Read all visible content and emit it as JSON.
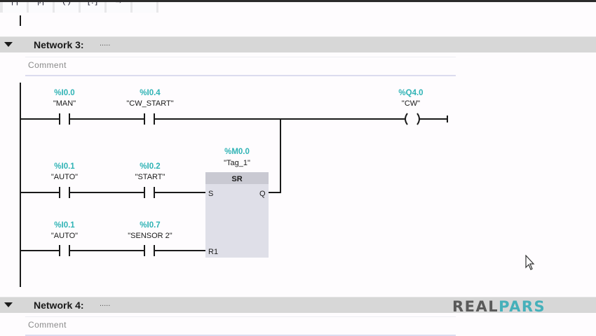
{
  "toolbar": {
    "buttons": [
      {
        "icon": "normally-open-contact-icon",
        "glyph": "-| |-"
      },
      {
        "icon": "normally-closed-contact-icon",
        "glyph": "-|/|-"
      },
      {
        "icon": "coil-icon",
        "glyph": "-( )-"
      },
      {
        "icon": "empty-box-icon",
        "glyph": "[?]"
      },
      {
        "icon": "open-branch-icon",
        "glyph": "→"
      },
      {
        "icon": "close-branch-icon",
        "glyph": "—"
      }
    ]
  },
  "networks": [
    {
      "title": "Network 3:",
      "dots": ".....",
      "comment_placeholder": "Comment",
      "rungs": [
        {
          "contacts": [
            {
              "address": "%I0.0",
              "symbol": "\"MAN\""
            },
            {
              "address": "%I0.4",
              "symbol": "\"CW_START\""
            }
          ],
          "coil": {
            "address": "%Q4.0",
            "symbol": "\"CW\""
          }
        },
        {
          "contacts": [
            {
              "address": "%I0.1",
              "symbol": "\"AUTO\""
            },
            {
              "address": "%I0.2",
              "symbol": "\"START\""
            }
          ]
        },
        {
          "contacts": [
            {
              "address": "%I0.1",
              "symbol": "\"AUTO\""
            },
            {
              "address": "%I0.7",
              "symbol": "\"SENSOR 2\""
            }
          ]
        }
      ],
      "block": {
        "type": "SR",
        "address": "%M0.0",
        "symbol": "\"Tag_1\"",
        "inputs": [
          "S",
          "R1"
        ],
        "output": "Q"
      }
    },
    {
      "title": "Network 4:",
      "dots": ".....",
      "comment_placeholder": "Comment"
    }
  ],
  "branding": {
    "logo_part1": "REAL",
    "logo_part2": "PARS"
  }
}
